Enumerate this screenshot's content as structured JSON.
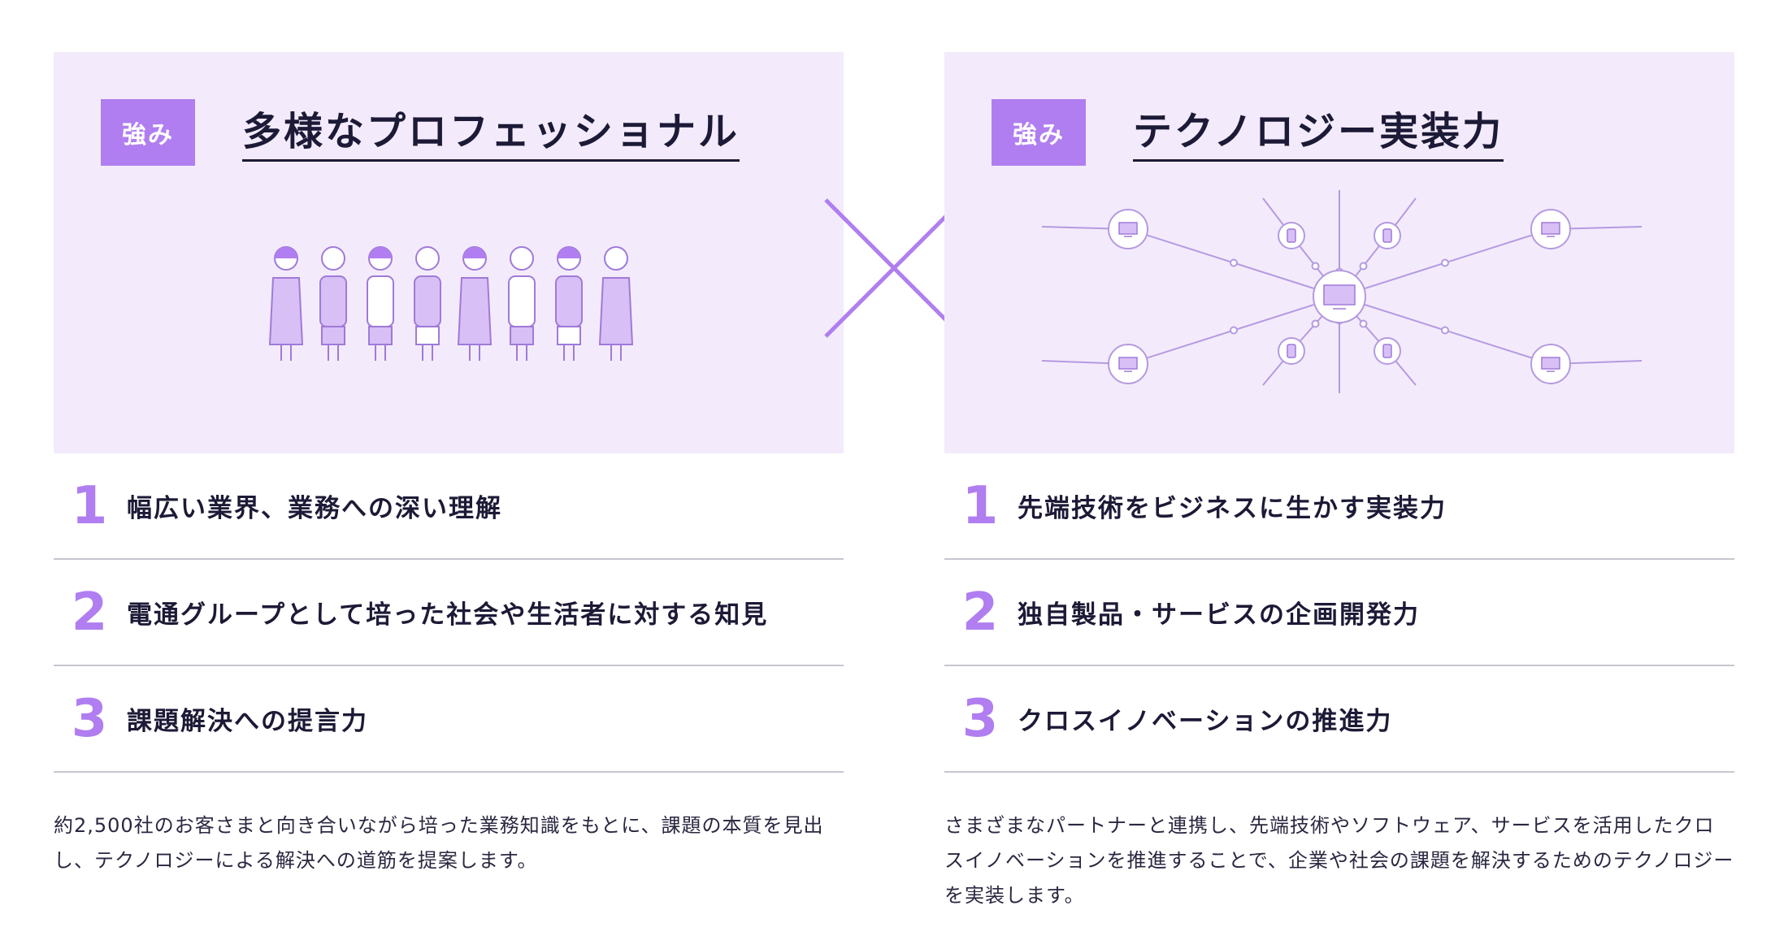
{
  "left": {
    "badge": "強み",
    "title": "多様なプロフェッショナル",
    "items": [
      {
        "num": "1",
        "text": "幅広い業界、業務への深い理解"
      },
      {
        "num": "2",
        "text": "電通グループとして培った社会や生活者に対する知見"
      },
      {
        "num": "3",
        "text": "課題解決への提言力"
      }
    ],
    "description": "約2,500社のお客さまと向き合いながら培った業務知識をもとに、課題の本質を見出し、テクノロジーによる解決への道筋を提案します。"
  },
  "right": {
    "badge": "強み",
    "title": "テクノロジー実装力",
    "items": [
      {
        "num": "1",
        "text": "先端技術をビジネスに生かす実装力"
      },
      {
        "num": "2",
        "text": "独自製品・サービスの企画開発力"
      },
      {
        "num": "3",
        "text": "クロスイノベーションの推進力"
      }
    ],
    "description": "さまざまなパートナーと連携し、先端技術やソフトウェア、サービスを活用したクロスイノベーションを推進することで、企業や社会の課題を解決するためのテクノロジーを実装します。"
  },
  "icons": {
    "left_illustration": "professionals-group-icon",
    "right_illustration": "device-network-icon",
    "cross": "cross-icon"
  },
  "colors": {
    "accent": "#b07ef0",
    "panel_bg": "#f3ebfb",
    "figure_fill": "#d8bff6",
    "text": "#1c1a36",
    "divider": "#c9c5cf"
  }
}
